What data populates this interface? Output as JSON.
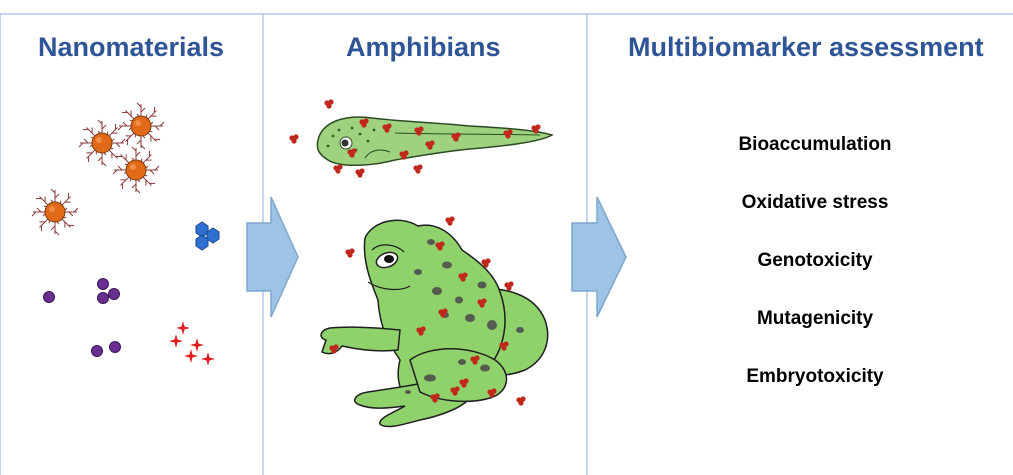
{
  "panels": {
    "nanomaterials": {
      "title": "Nanomaterials"
    },
    "amphibians": {
      "title": "Amphibians"
    },
    "assessment": {
      "title": "Multibiomarker assessment",
      "items": [
        "Bioaccumulation",
        "Oxidative stress",
        "Genotoxicity",
        "Mutagenicity",
        "Embryotoxicity"
      ]
    }
  },
  "colors": {
    "heading": "#2f5597",
    "frame_line": "#8faadc",
    "arrow_fill": "#9dc3e6",
    "arrow_stroke": "#7fa6cc",
    "frog_green": "#8fd16a",
    "tadpole_green": "#9ed27f",
    "nanoparticle_orange": "#e06a17",
    "nanoparticle_purple": "#6a2d91",
    "nanoparticle_blue": "#2f6fd0",
    "star_red": "#e02020",
    "particle_red": "#c0281c"
  },
  "icons": {
    "arrow1": "right-arrow-icon",
    "arrow2": "right-arrow-icon",
    "frog": "frog-icon",
    "tadpole": "tadpole-icon"
  }
}
